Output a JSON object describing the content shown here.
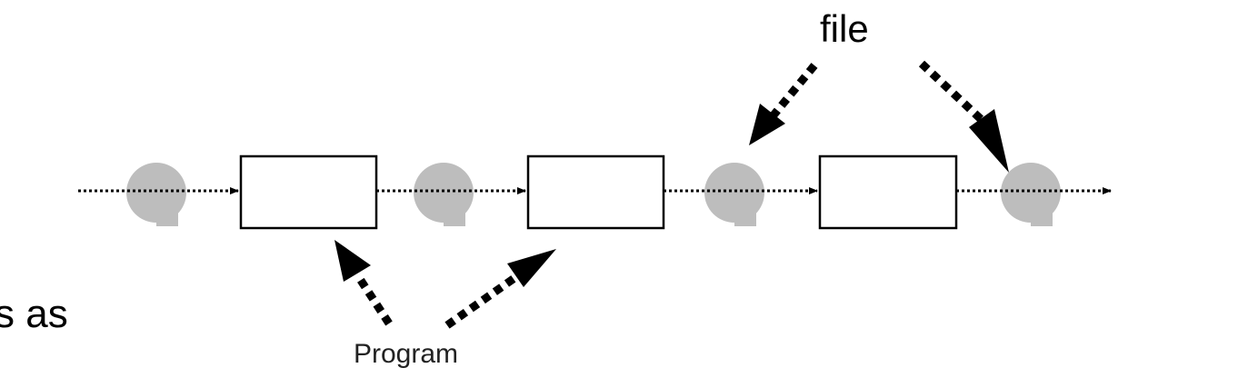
{
  "labels": {
    "file": "file",
    "program": "Program",
    "partial_text": "s as"
  },
  "colors": {
    "queue_fill": "#bdbdbd",
    "stroke": "#000000",
    "background": "#ffffff"
  },
  "icons": {
    "queue": "queue-icon",
    "process": "process-box",
    "pointer": "dashed-arrow"
  }
}
